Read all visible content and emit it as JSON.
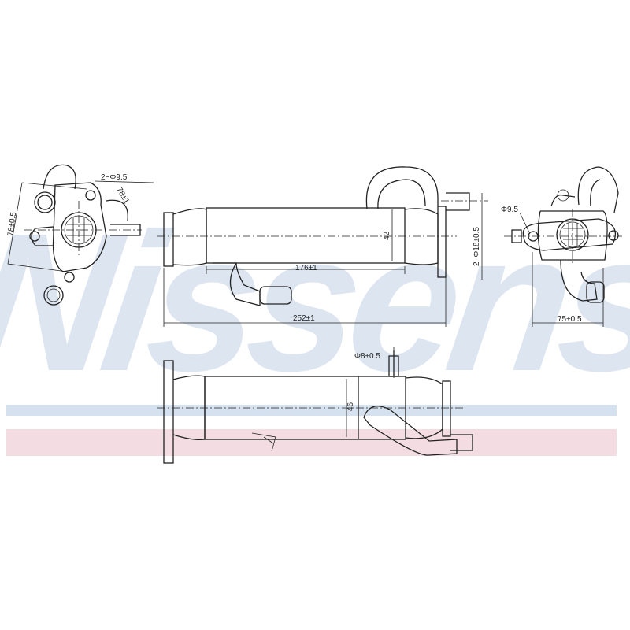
{
  "watermark": {
    "brand": "Nissens",
    "band_blue": "#d5e1ee",
    "band_pink": "#f3dde2"
  },
  "dimensions": {
    "hole_pair_left": "2−Φ9.5",
    "flange_width_left": "78±1",
    "flange_height_left": "78±0.5",
    "core_length": "176±1",
    "overall_length": "252±1",
    "core_height_top": "42",
    "pipe_dia_pair": "2−Φ18±0.5",
    "hole_right": "Φ9.5",
    "width_right": "75±0.5",
    "pipe_small": "Φ8±0.5",
    "core_height_bottom": "46"
  }
}
